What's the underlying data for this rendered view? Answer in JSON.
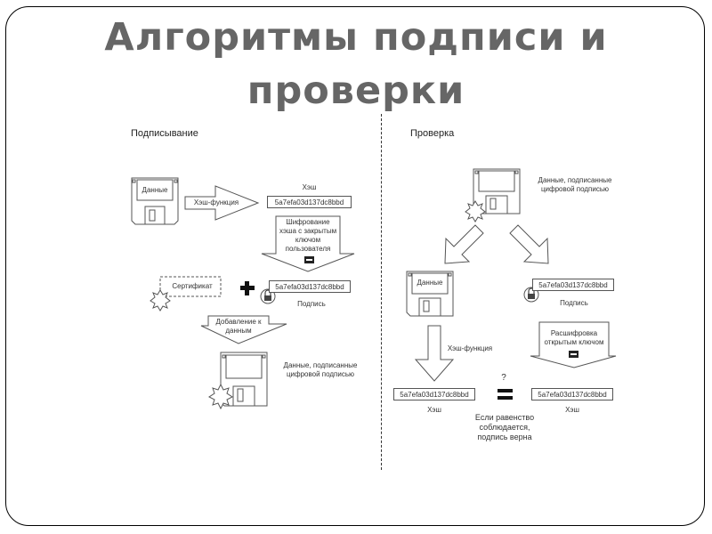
{
  "slide": {
    "title_line1": "Алгоритмы подписи и",
    "title_line2": "проверки"
  },
  "signing": {
    "heading": "Подписывание",
    "data_label": "Данные",
    "hash_function_label": "Хэш-функция",
    "hash_caption": "Хэш",
    "hash_value": "5a7efa03d137dc8bbd",
    "encrypt_line1": "Шифрование",
    "encrypt_line2": "хэша с закрытым",
    "encrypt_line3": "ключом",
    "encrypt_line4": "пользователя",
    "certificate_label": "Сертификат",
    "plus_sign": "+",
    "signature_value": "5a7efa03d137dc8bbd",
    "signature_caption": "Подпись",
    "append_line1": "Добавление к",
    "append_line2": "данным",
    "signed_data_line1": "Данные, подписанные",
    "signed_data_line2": "цифровой подписью"
  },
  "verification": {
    "heading": "Проверка",
    "signed_data_line1": "Данные, подписанные",
    "signed_data_line2": "цифровой подписью",
    "data_label": "Данные",
    "signature_value": "5a7efa03d137dc8bbd",
    "signature_caption": "Подпись",
    "hash_function_label": "Хэш-функция",
    "decrypt_line1": "Расшифровка",
    "decrypt_line2": "открытым ключом",
    "computed_hash_value": "5a7efa03d137dc8bbd",
    "computed_hash_caption": "Хэш",
    "decrypted_hash_value": "5a7efa03d137dc8bbd",
    "decrypted_hash_caption": "Хэш",
    "question_mark": "?",
    "equals_sign": "=",
    "result_line1": "Если равенство",
    "result_line2": "соблюдается,",
    "result_line3": "подпись верна"
  }
}
